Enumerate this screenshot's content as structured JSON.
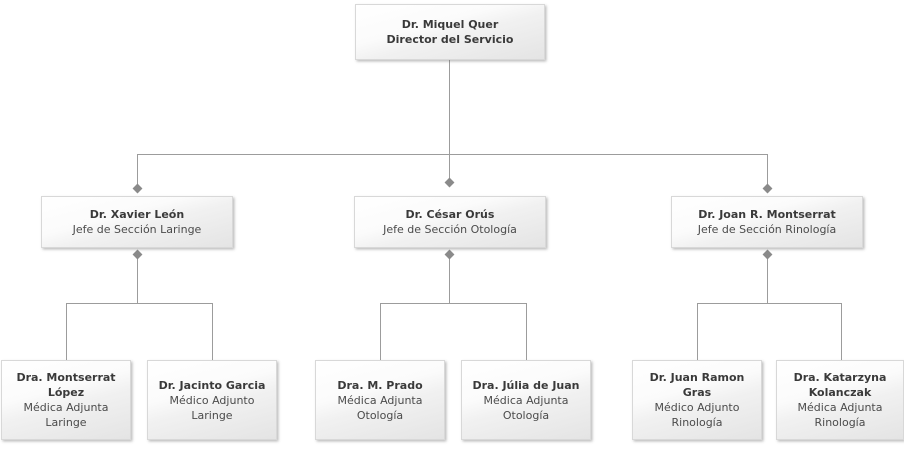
{
  "org_chart": {
    "root": {
      "name": "Dr. Miquel Quer",
      "role": "Director del Servicio"
    },
    "sections": [
      {
        "head": {
          "name": "Dr. Xavier León",
          "role": "Jefe de Sección Laringe"
        },
        "members": [
          {
            "name": "Dra. Montserrat López",
            "role": "Médica Adjunta Laringe"
          },
          {
            "name": "Dr. Jacinto Garcia",
            "role": "Médico Adjunto Laringe"
          }
        ]
      },
      {
        "head": {
          "name": "Dr. César Orús",
          "role": "Jefe de Sección Otología"
        },
        "members": [
          {
            "name": "Dra. M. Prado",
            "role": "Médica Adjunta Otología"
          },
          {
            "name": "Dra. Júlia de Juan",
            "role": "Médica Adjunta Otología"
          }
        ]
      },
      {
        "head": {
          "name": "Dr. Joan R. Montserrat",
          "role": "Jefe de Sección Rinología"
        },
        "members": [
          {
            "name": "Dr. Juan Ramon Gras",
            "role": "Médico Adjunto Rinología"
          },
          {
            "name": "Dra. Katarzyna Kolanczak",
            "role": "Médica Adjunta Rinología"
          }
        ]
      }
    ],
    "colors": {
      "line": "#9c9c9c",
      "diamond": "#8a8a8a",
      "box_border": "#d8d8d8",
      "name_text": "#3a3a3a",
      "role_text": "#4b4b4b",
      "page_bg": "#ffffff"
    }
  }
}
